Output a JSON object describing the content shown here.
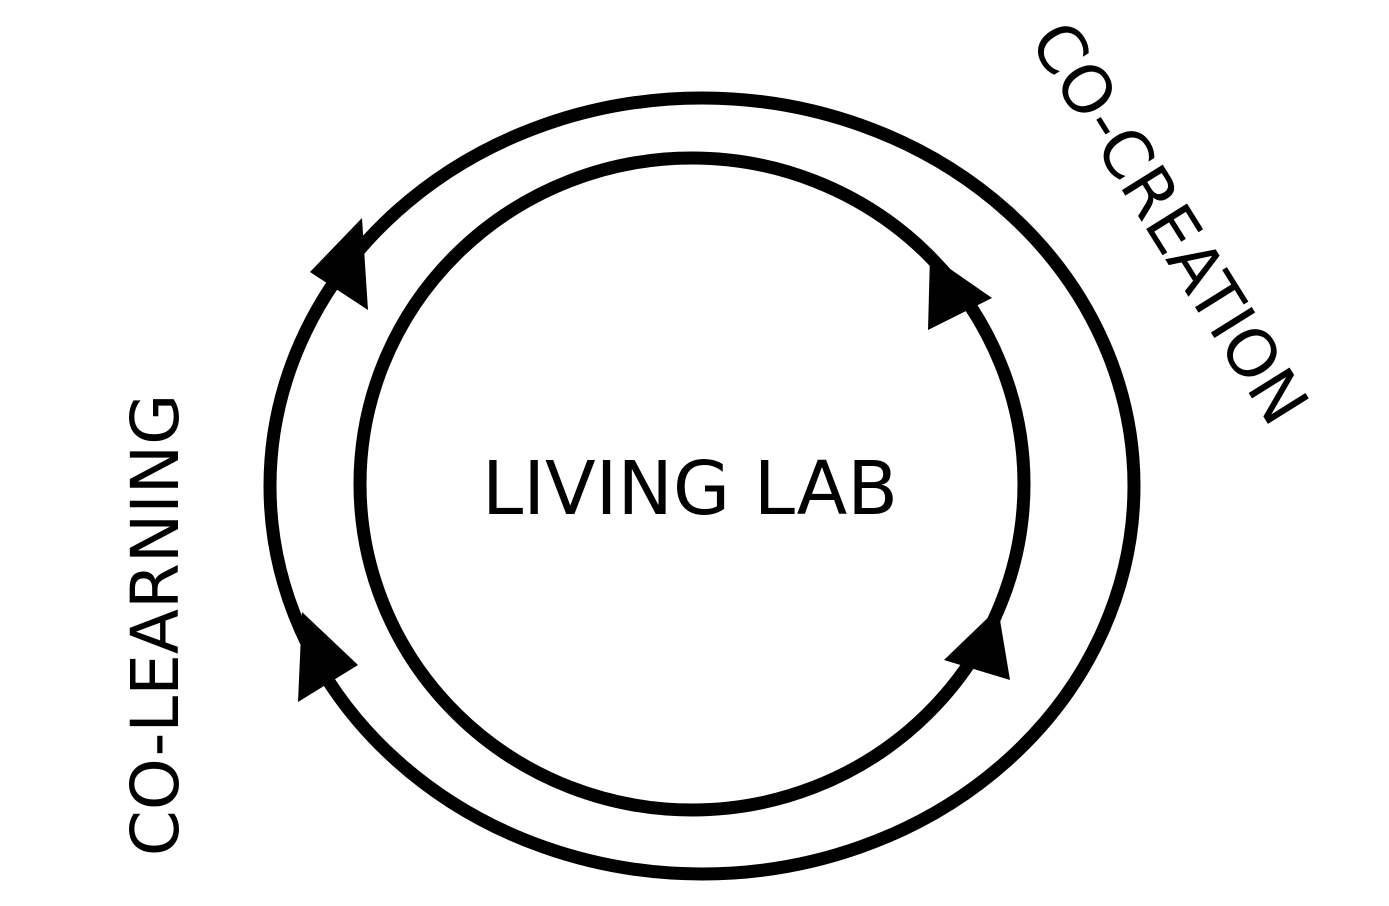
{
  "diagram": {
    "center_label": "LIVING LAB",
    "outer_label": "CO-CREATION",
    "side_label": "CO-LEARNING",
    "line_color": "#000000",
    "background_color": "#ffffff"
  }
}
